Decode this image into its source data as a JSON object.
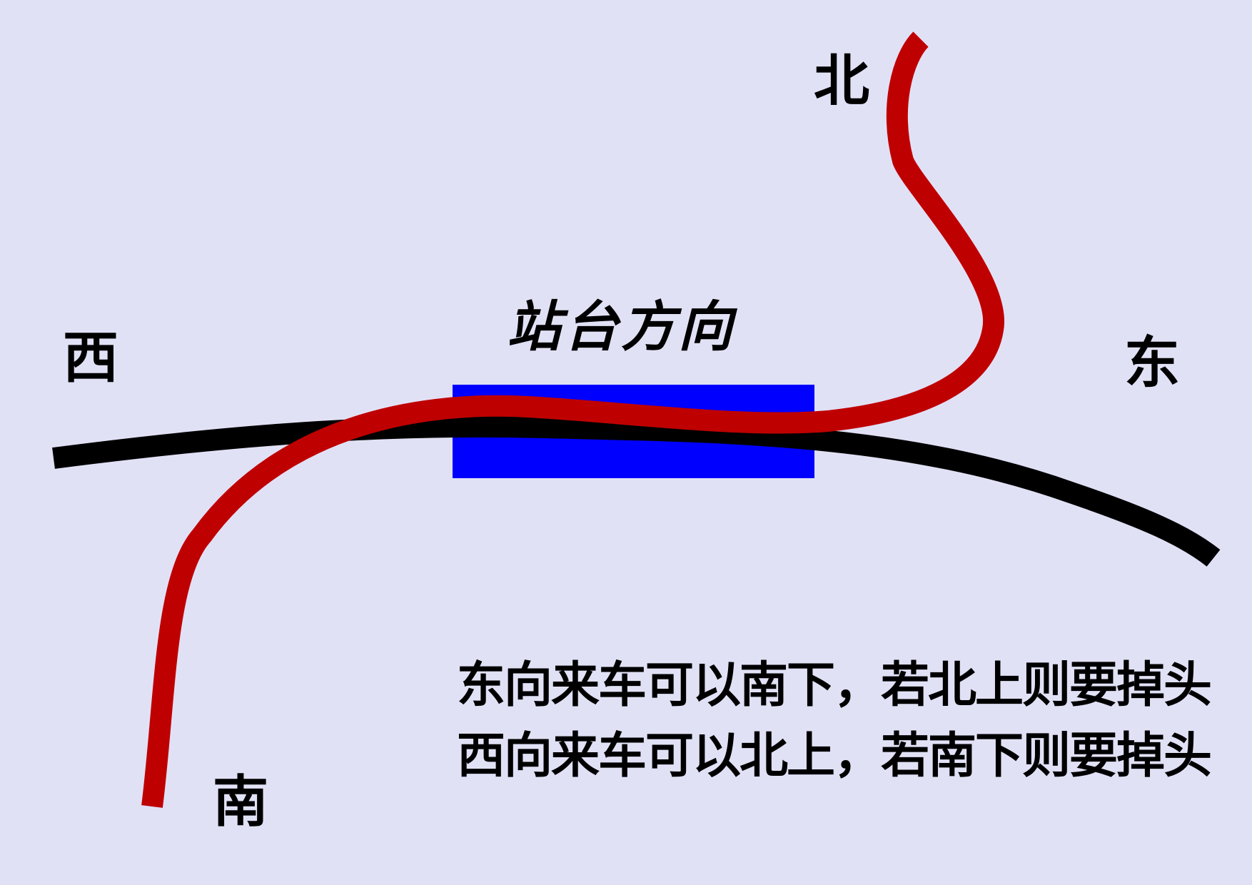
{
  "directions": {
    "west": "西",
    "east": "东",
    "north": "北",
    "south": "南"
  },
  "platform": {
    "title": "站台方向",
    "color": "#0000ff"
  },
  "tracks": {
    "main_line_color": "#000000",
    "branch_line_color": "#bf0000"
  },
  "notes": [
    "东向来车可以南下，若北上则要掉头",
    "西向来车可以北上，若南下则要掉头"
  ],
  "background_color": "#e1e1f6"
}
